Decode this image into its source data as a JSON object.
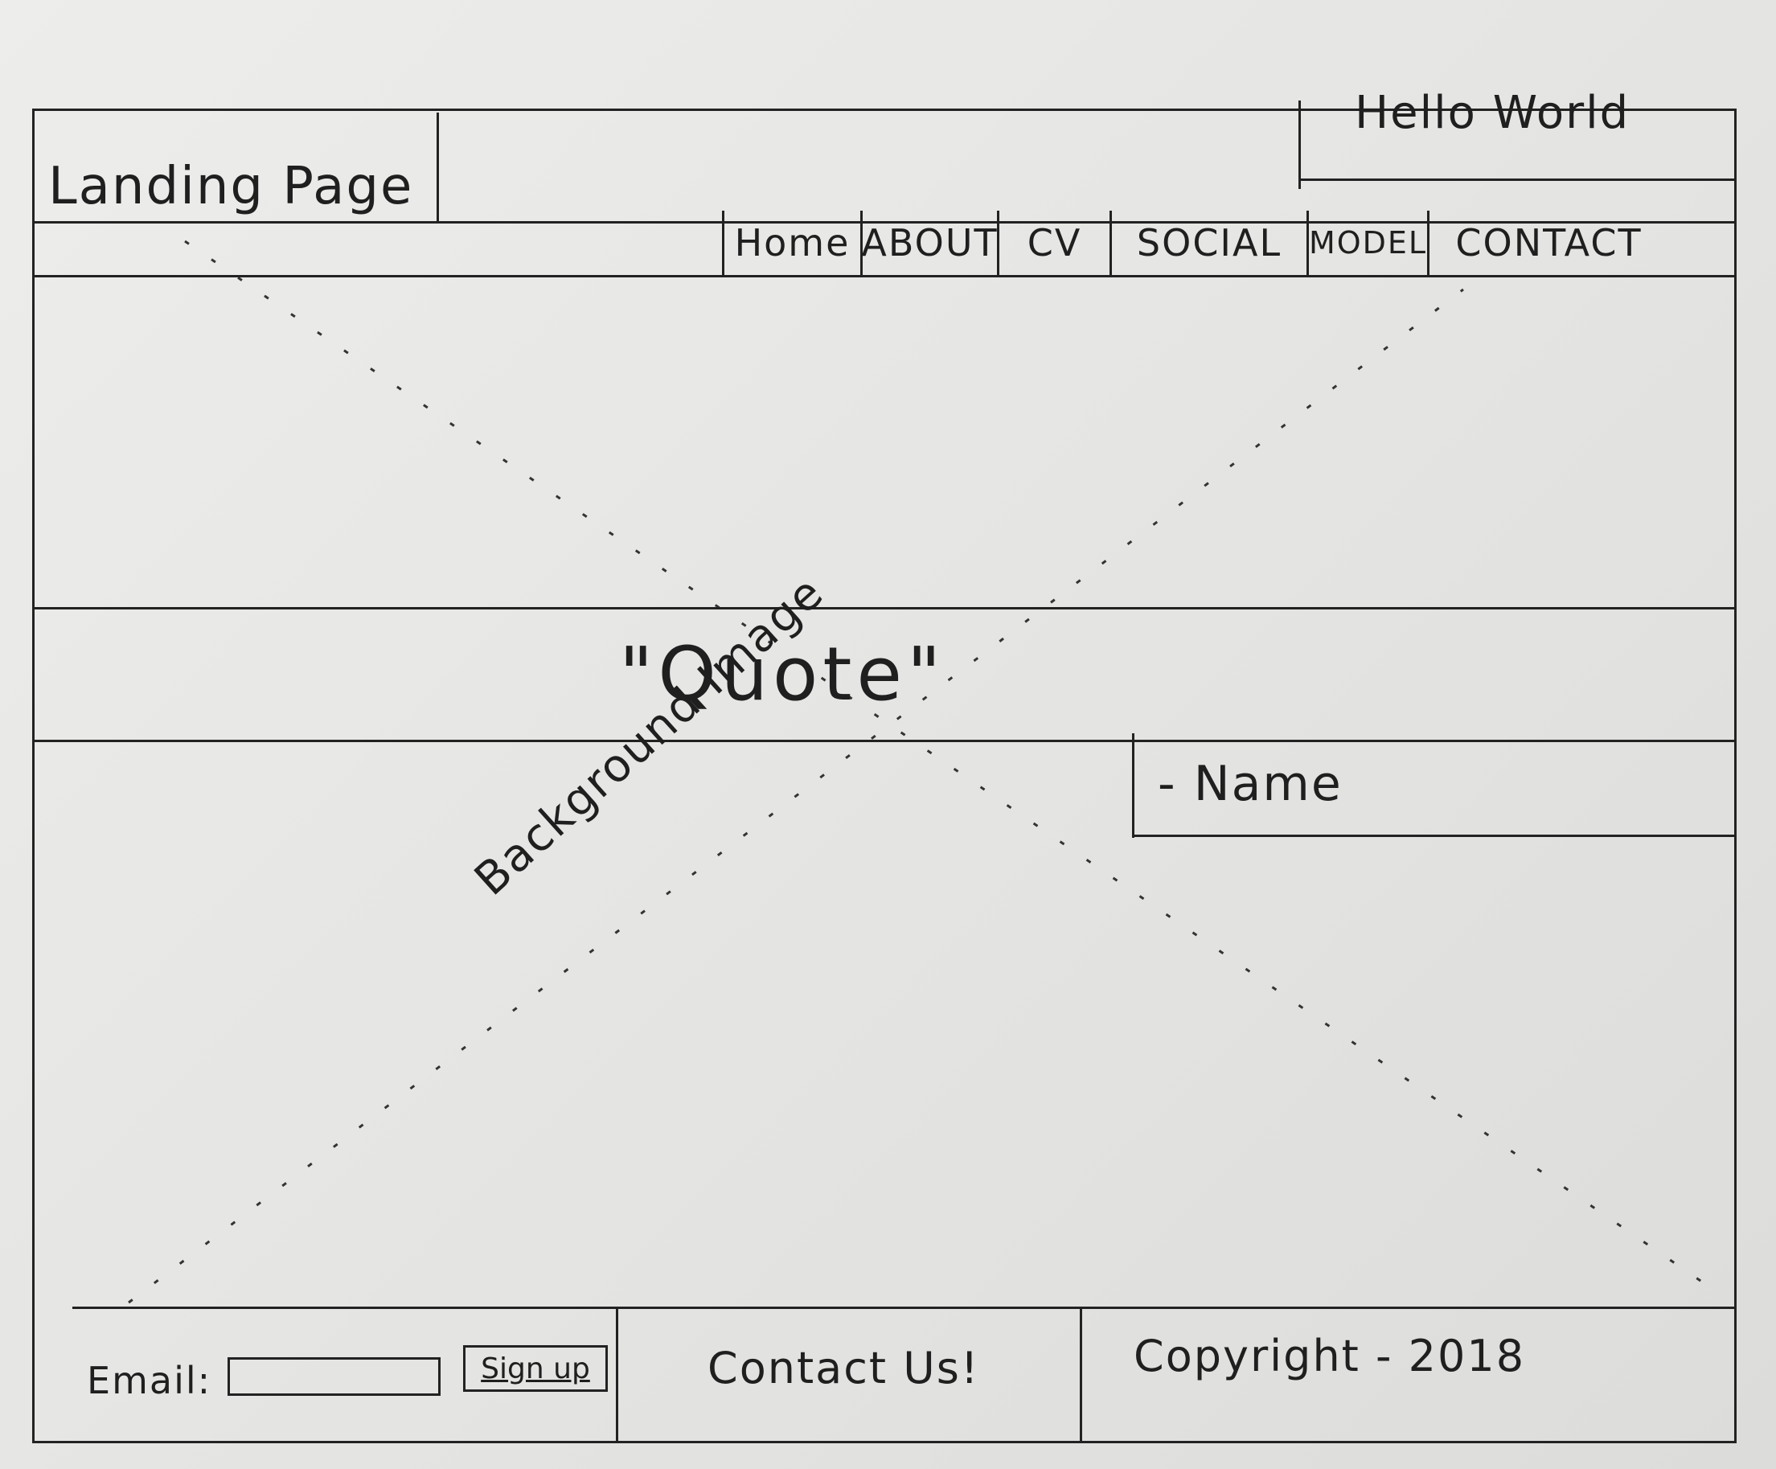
{
  "header": {
    "title": "Landing Page",
    "greeting": "Hello World"
  },
  "nav": {
    "items": [
      {
        "label": "Home"
      },
      {
        "label": "ABOUT"
      },
      {
        "label": "CV"
      },
      {
        "label": "SOCIAL"
      },
      {
        "label": "MODEL"
      },
      {
        "label": "CONTACT"
      }
    ]
  },
  "hero": {
    "quote": "\"Quote\"",
    "attribution": "- Name",
    "background_label": "Background Image"
  },
  "footer": {
    "email_label": "Email:",
    "email_value": "",
    "signup_label": "Sign up",
    "contact_label": "Contact Us!",
    "copyright": "Copyright - 2018"
  }
}
